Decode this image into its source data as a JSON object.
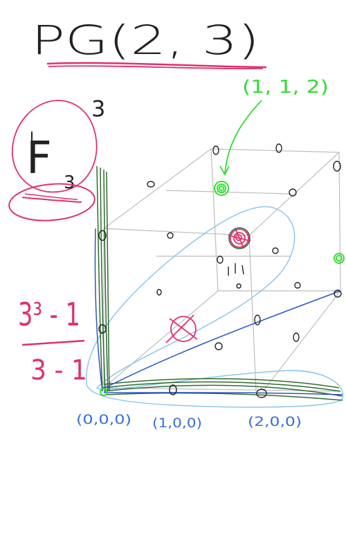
{
  "title": {
    "text": "PG(2, 3)",
    "underline_color": "#e0306a"
  },
  "field": {
    "symbol": "F",
    "subscript": "3",
    "superscript": "3",
    "color": "#e0306a"
  },
  "formula": {
    "numerator": "3³ - 1",
    "denominator": "3 - 1",
    "color": "#e0306a"
  },
  "highlighted_point": {
    "label": "(1, 1, 2)",
    "color": "#33dd33"
  },
  "origin_labels": {
    "labels": [
      "(0,0,0)",
      "(1,0,0)",
      "(2,0,0)"
    ],
    "color": "#3a6fd8"
  },
  "colors": {
    "pen_black": "#222222",
    "cube_gray": "#bdbdbd",
    "line_dark_green": "#2e6b2e",
    "line_blue": "#2a55c8",
    "region_light_blue": "#86c3ea",
    "mark_red": "#e0306a",
    "mark_green": "#33dd33"
  }
}
